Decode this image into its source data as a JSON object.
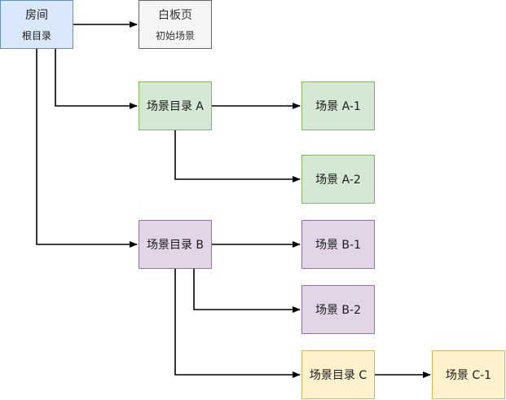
{
  "nodes": {
    "room": {
      "title": "房间",
      "subtitle": "根目录"
    },
    "whiteboard": {
      "title": "白板页",
      "subtitle": "初始场景"
    },
    "dir_a": {
      "label": "场景目录 A"
    },
    "scene_a1": {
      "label": "场景 A-1"
    },
    "scene_a2": {
      "label": "场景 A-2"
    },
    "dir_b": {
      "label": "场景目录 B"
    },
    "scene_b1": {
      "label": "场景 B-1"
    },
    "scene_b2": {
      "label": "场景 B-2"
    },
    "dir_c": {
      "label": "场景目录 C"
    },
    "scene_c1": {
      "label": "场景 C-1"
    }
  },
  "colors": {
    "room": "#dae8fc",
    "whiteboard": "#f5f5f5",
    "dir_a": "#d5e8d4",
    "dir_b": "#e1d5e7",
    "dir_c": "#fff2cc",
    "edge": "#000000"
  }
}
